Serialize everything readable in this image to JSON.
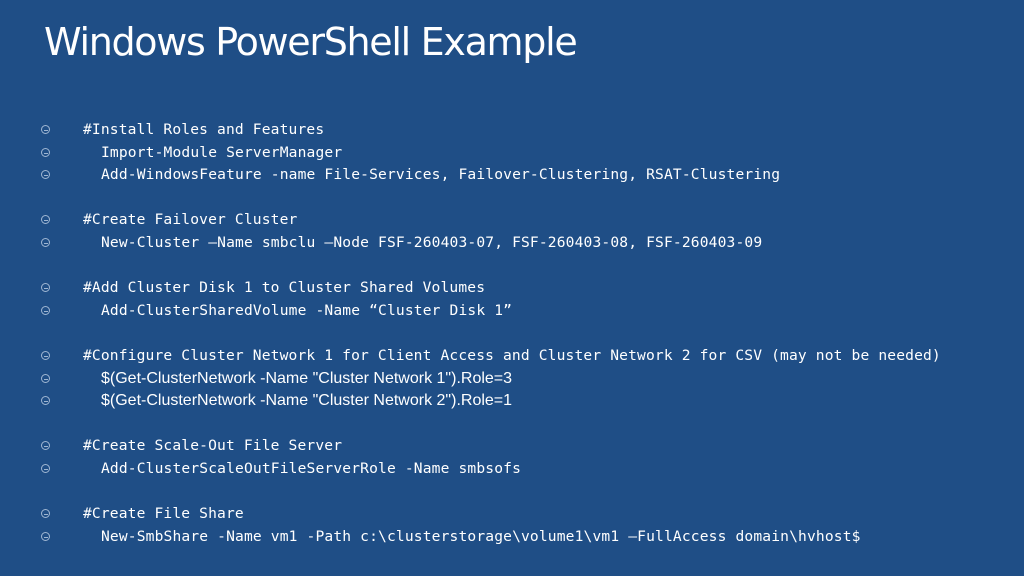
{
  "slide": {
    "title": "Windows PowerShell Example",
    "icon": "circle-bullet-icon",
    "background_color": "#1f4e86",
    "lines": [
      "#Install Roles and Features",
      "Import-Module ServerManager",
      "Add-WindowsFeature -name File-Services, Failover-Clustering, RSAT-Clustering",
      "#Create Failover Cluster",
      "New-Cluster –Name smbclu –Node FSF-260403-07, FSF-260403-08, FSF-260403-09",
      "#Add Cluster Disk 1 to Cluster Shared Volumes",
      "Add-ClusterSharedVolume -Name “Cluster Disk 1”",
      "#Configure Cluster Network 1 for Client Access and Cluster Network 2 for CSV (may not be needed)",
      "$(Get-ClusterNetwork -Name \"Cluster Network 1\").Role=3",
      "$(Get-ClusterNetwork -Name \"Cluster Network 2\").Role=1",
      "#Create Scale-Out File Server",
      "Add-ClusterScaleOutFileServerRole -Name smbsofs",
      "#Create File Share",
      "New-SmbShare -Name vm1 -Path c:\\clusterstorage\\volume1\\vm1 –FullAccess domain\\hvhost$"
    ]
  }
}
